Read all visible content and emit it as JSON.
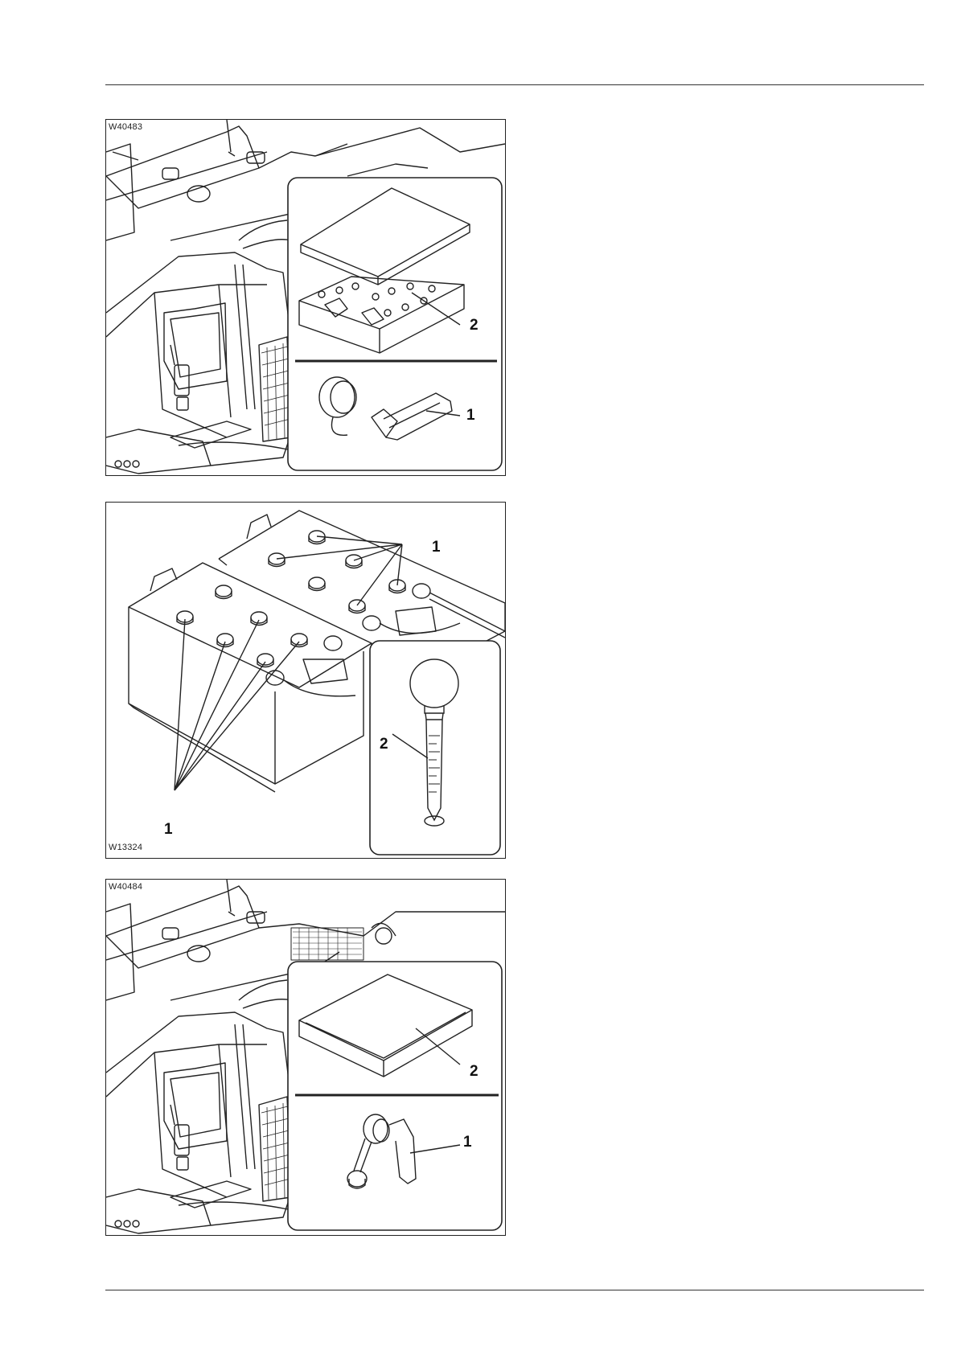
{
  "figures": [
    {
      "id": "W40483",
      "callouts": [
        "2",
        "1"
      ]
    },
    {
      "id": "W13324",
      "callouts": [
        "1",
        "2",
        "1"
      ]
    },
    {
      "id": "W40484",
      "callouts": [
        "2",
        "1"
      ]
    }
  ]
}
